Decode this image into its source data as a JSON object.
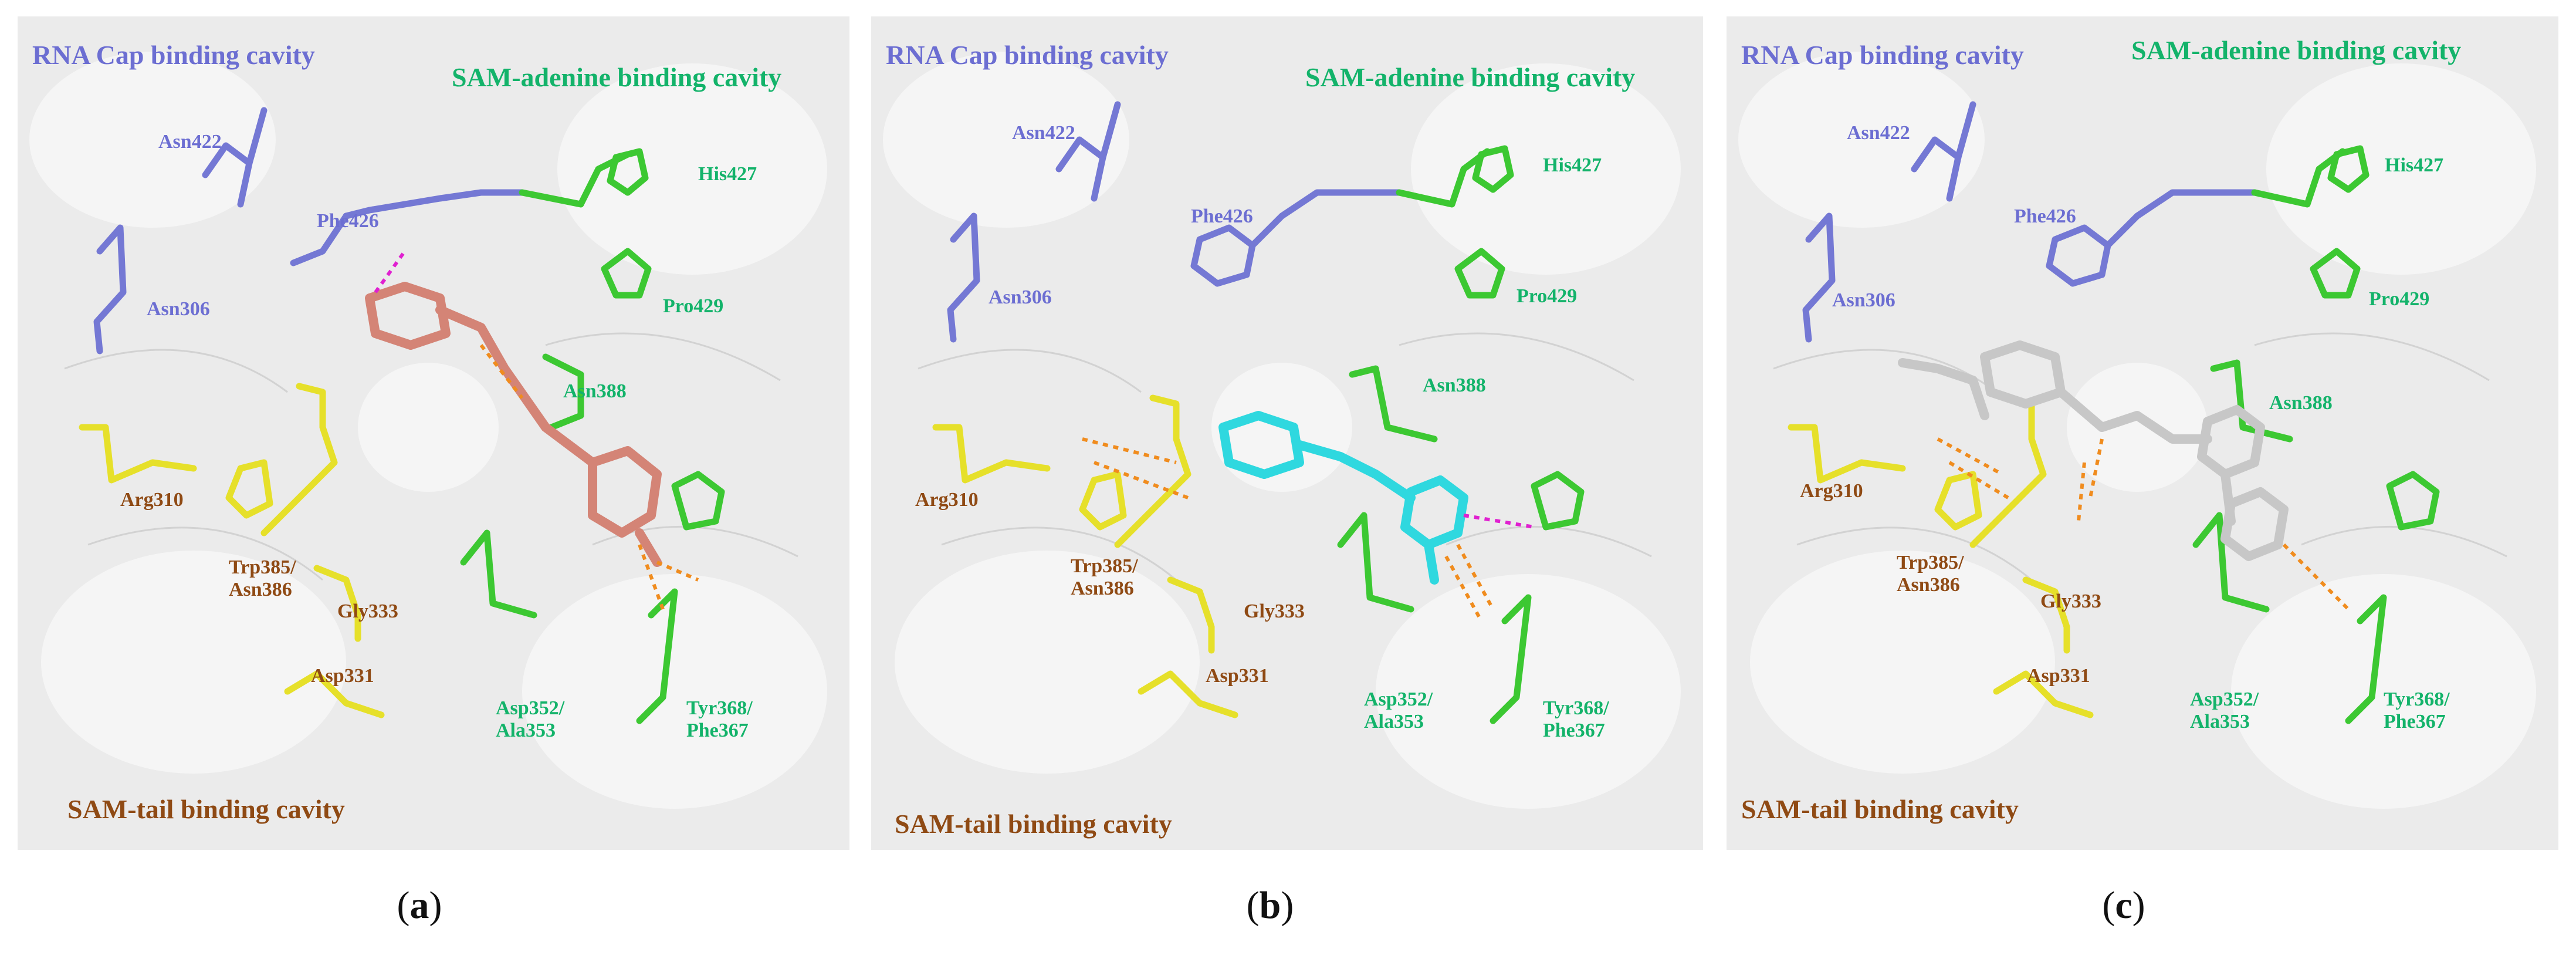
{
  "panels": [
    {
      "id": "a",
      "caption_letter": "a",
      "ligand_color": "#d48476",
      "regions": {
        "rna_cap": "RNA Cap binding cavity",
        "sam_adenine": "SAM-adenine binding cavity",
        "sam_tail": "SAM-tail binding cavity"
      },
      "residues": {
        "asn422": "Asn422",
        "phe426": "Phe426",
        "asn306": "Asn306",
        "his427": "His427",
        "pro429": "Pro429",
        "asn388": "Asn388",
        "arg310": "Arg310",
        "trp385": "Trp385/\nAsn386",
        "gly333": "Gly333",
        "asp331": "Asp331",
        "asp352": "Asp352/\nAla353",
        "tyr368": "Tyr368/\nPhe367"
      }
    },
    {
      "id": "b",
      "caption_letter": "b",
      "ligand_color": "#2fd8df",
      "regions": {
        "rna_cap": "RNA Cap binding cavity",
        "sam_adenine": "SAM-adenine binding cavity",
        "sam_tail": "SAM-tail binding cavity"
      },
      "residues": {
        "asn422": "Asn422",
        "phe426": "Phe426",
        "asn306": "Asn306",
        "his427": "His427",
        "pro429": "Pro429",
        "asn388": "Asn388",
        "arg310": "Arg310",
        "trp385": "Trp385/\nAsn386",
        "gly333": "Gly333",
        "asp331": "Asp331",
        "asp352": "Asp352/\nAla353",
        "tyr368": "Tyr368/\nPhe367"
      }
    },
    {
      "id": "c",
      "caption_letter": "c",
      "ligand_color": "#c7c7c7",
      "regions": {
        "rna_cap": "RNA Cap binding cavity",
        "sam_adenine": "SAM-adenine binding cavity",
        "sam_tail": "SAM-tail binding cavity"
      },
      "residues": {
        "asn422": "Asn422",
        "phe426": "Phe426",
        "asn306": "Asn306",
        "his427": "His427",
        "pro429": "Pro429",
        "asn388": "Asn388",
        "arg310": "Arg310",
        "trp385": "Trp385/\nAsn386",
        "gly333": "Gly333",
        "asp331": "Asp331",
        "asp352": "Asp352/\nAla353",
        "tyr368": "Tyr368/\nPhe367"
      }
    }
  ],
  "colors": {
    "rna_cap_residues": "#7478d4",
    "sam_adenine_residues": "#3cc832",
    "sam_tail_residues": "#e6e02a",
    "hbond": "#f08c1e",
    "pi_interaction": "#e020d0",
    "surface": "#ebebeb"
  }
}
